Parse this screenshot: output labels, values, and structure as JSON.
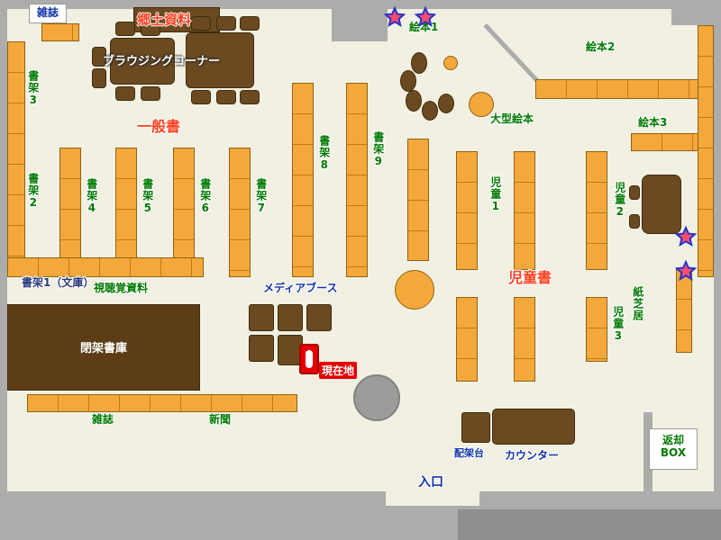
{
  "map": {
    "colors": {
      "floor": "#f1f0e2",
      "wall": "#acacaa",
      "shelf_orange": "#f4a83b",
      "wood_brown": "#6b4a21",
      "section_red": "#ff4422",
      "label_green": "#007a00",
      "label_blue": "#1133aa",
      "current_red": "#e60000"
    },
    "labels": {
      "magazines_top": "雑誌",
      "local_materials": "郷土資料",
      "browsing_corner": "ブラウジングコーナー",
      "shelf3": "書架3",
      "shelf2": "書架2",
      "general_books": "一般書",
      "shelf4": "書架4",
      "shelf5": "書架5",
      "shelf6": "書架6",
      "shelf7": "書架7",
      "shelf8": "書架8",
      "shelf9": "書架9",
      "picture_books1": "絵本1",
      "picture_books2": "絵本2",
      "picture_books3": "絵本3",
      "large_picture_books": "大型絵本",
      "children1": "児童1",
      "children2": "児童2",
      "children3": "児童3",
      "childrens_books": "児童書",
      "kamishibai": "紙芝居",
      "shelf1_bunko": "書架1（文庫）",
      "audiovisual": "視聴覚資料",
      "media_booth": "メディアブース",
      "current_location": "現在地",
      "closed_stacks": "閉架書庫",
      "magazines_bottom": "雑誌",
      "newspapers": "新聞",
      "shelving_stand": "配架台",
      "counter": "カウンター",
      "entrance": "入口",
      "return_box": "返却BOX"
    },
    "icons": {
      "star": "star-icon"
    }
  }
}
